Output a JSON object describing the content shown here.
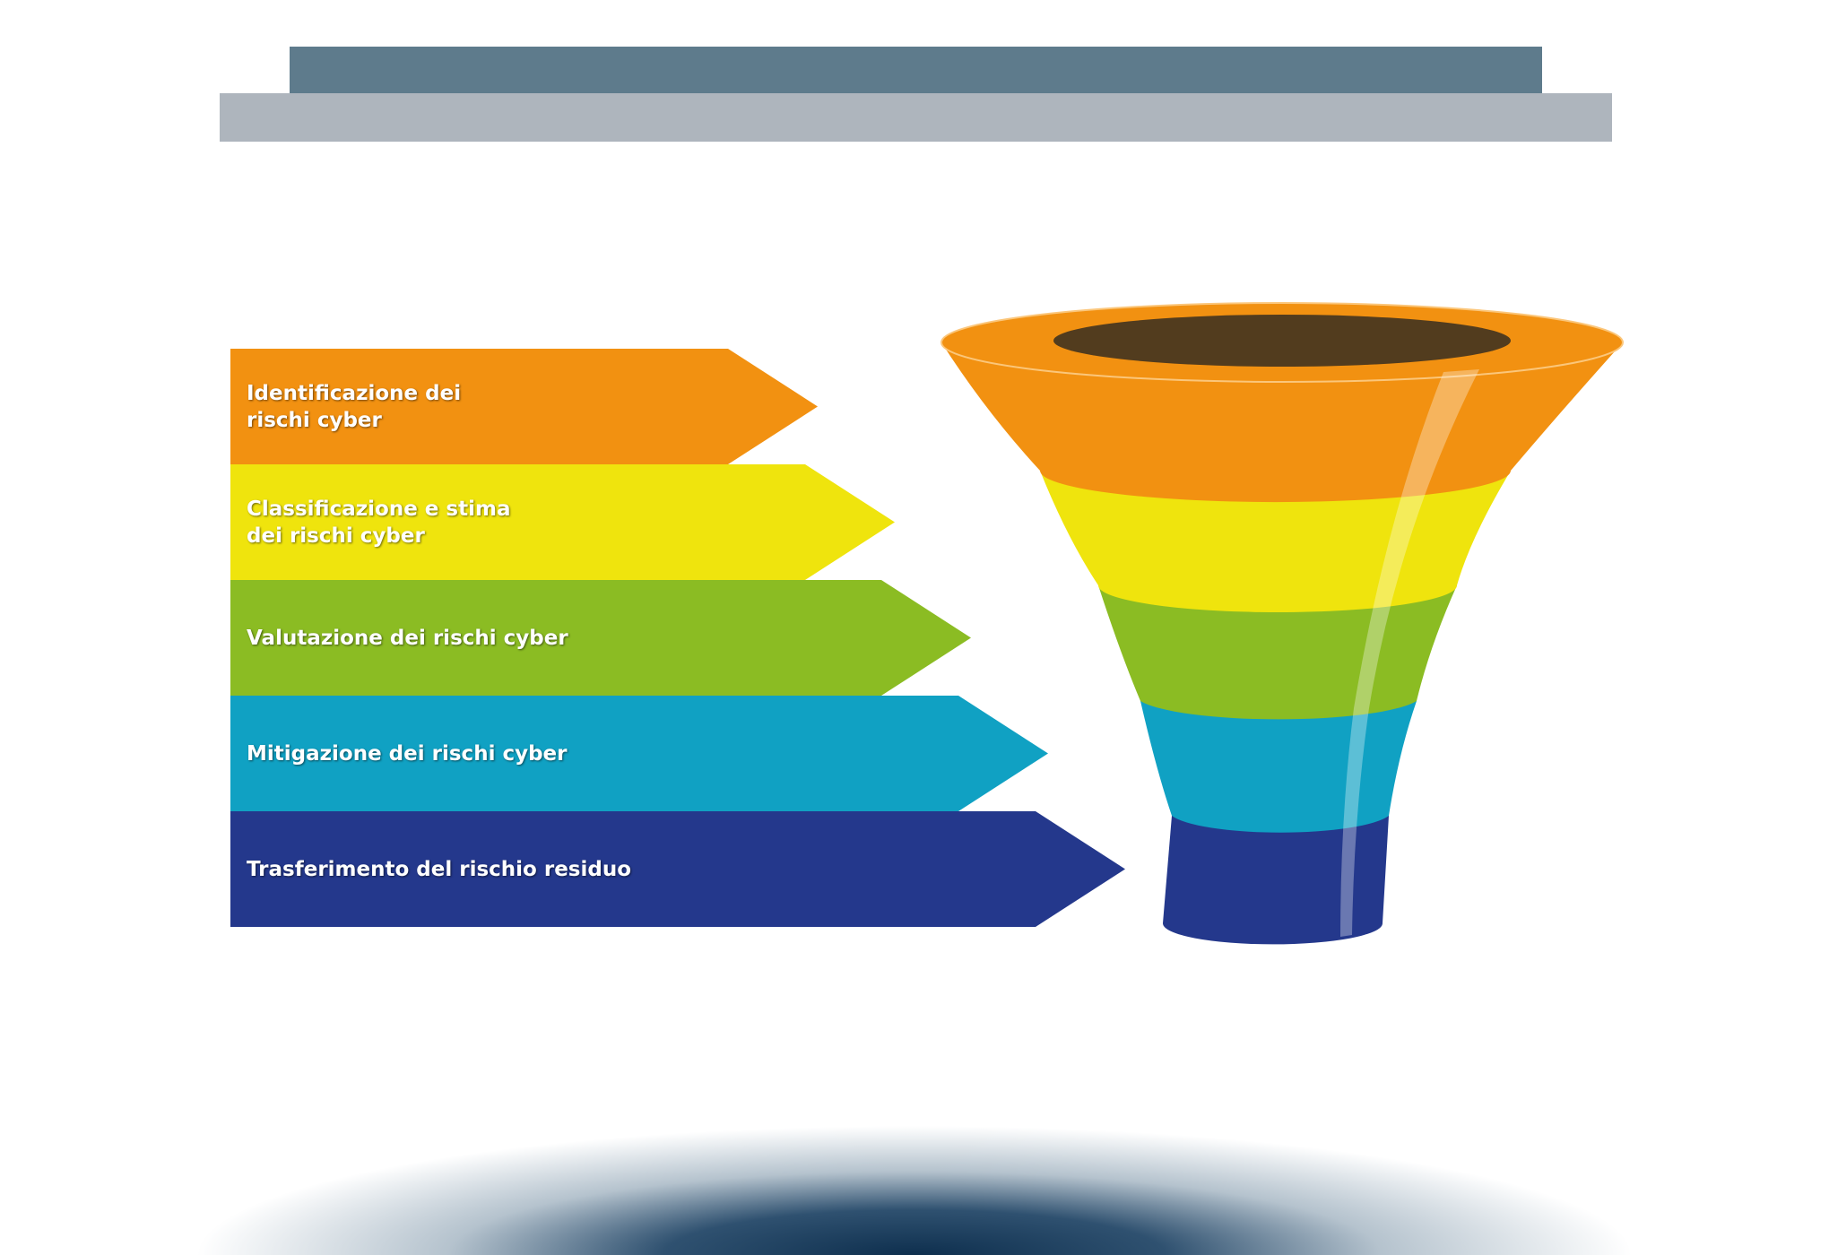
{
  "stages": [
    {
      "label": "Identificazione dei\nrischi cyber",
      "color": "#f29111"
    },
    {
      "label": "Classificazione e stima\ndei rischi cyber",
      "color": "#efe40d"
    },
    {
      "label": "Valutazione dei rischi cyber",
      "color": "#8bbc23"
    },
    {
      "label": "Mitigazione dei rischi cyber",
      "color": "#10a1c3"
    },
    {
      "label": "Trasferimento del rischio residuo",
      "color": "#24388c"
    }
  ],
  "colors": {
    "header_dark": "#5e7b8c",
    "header_light": "#aeb5bd",
    "funnel_mouth": "#523c1e"
  }
}
